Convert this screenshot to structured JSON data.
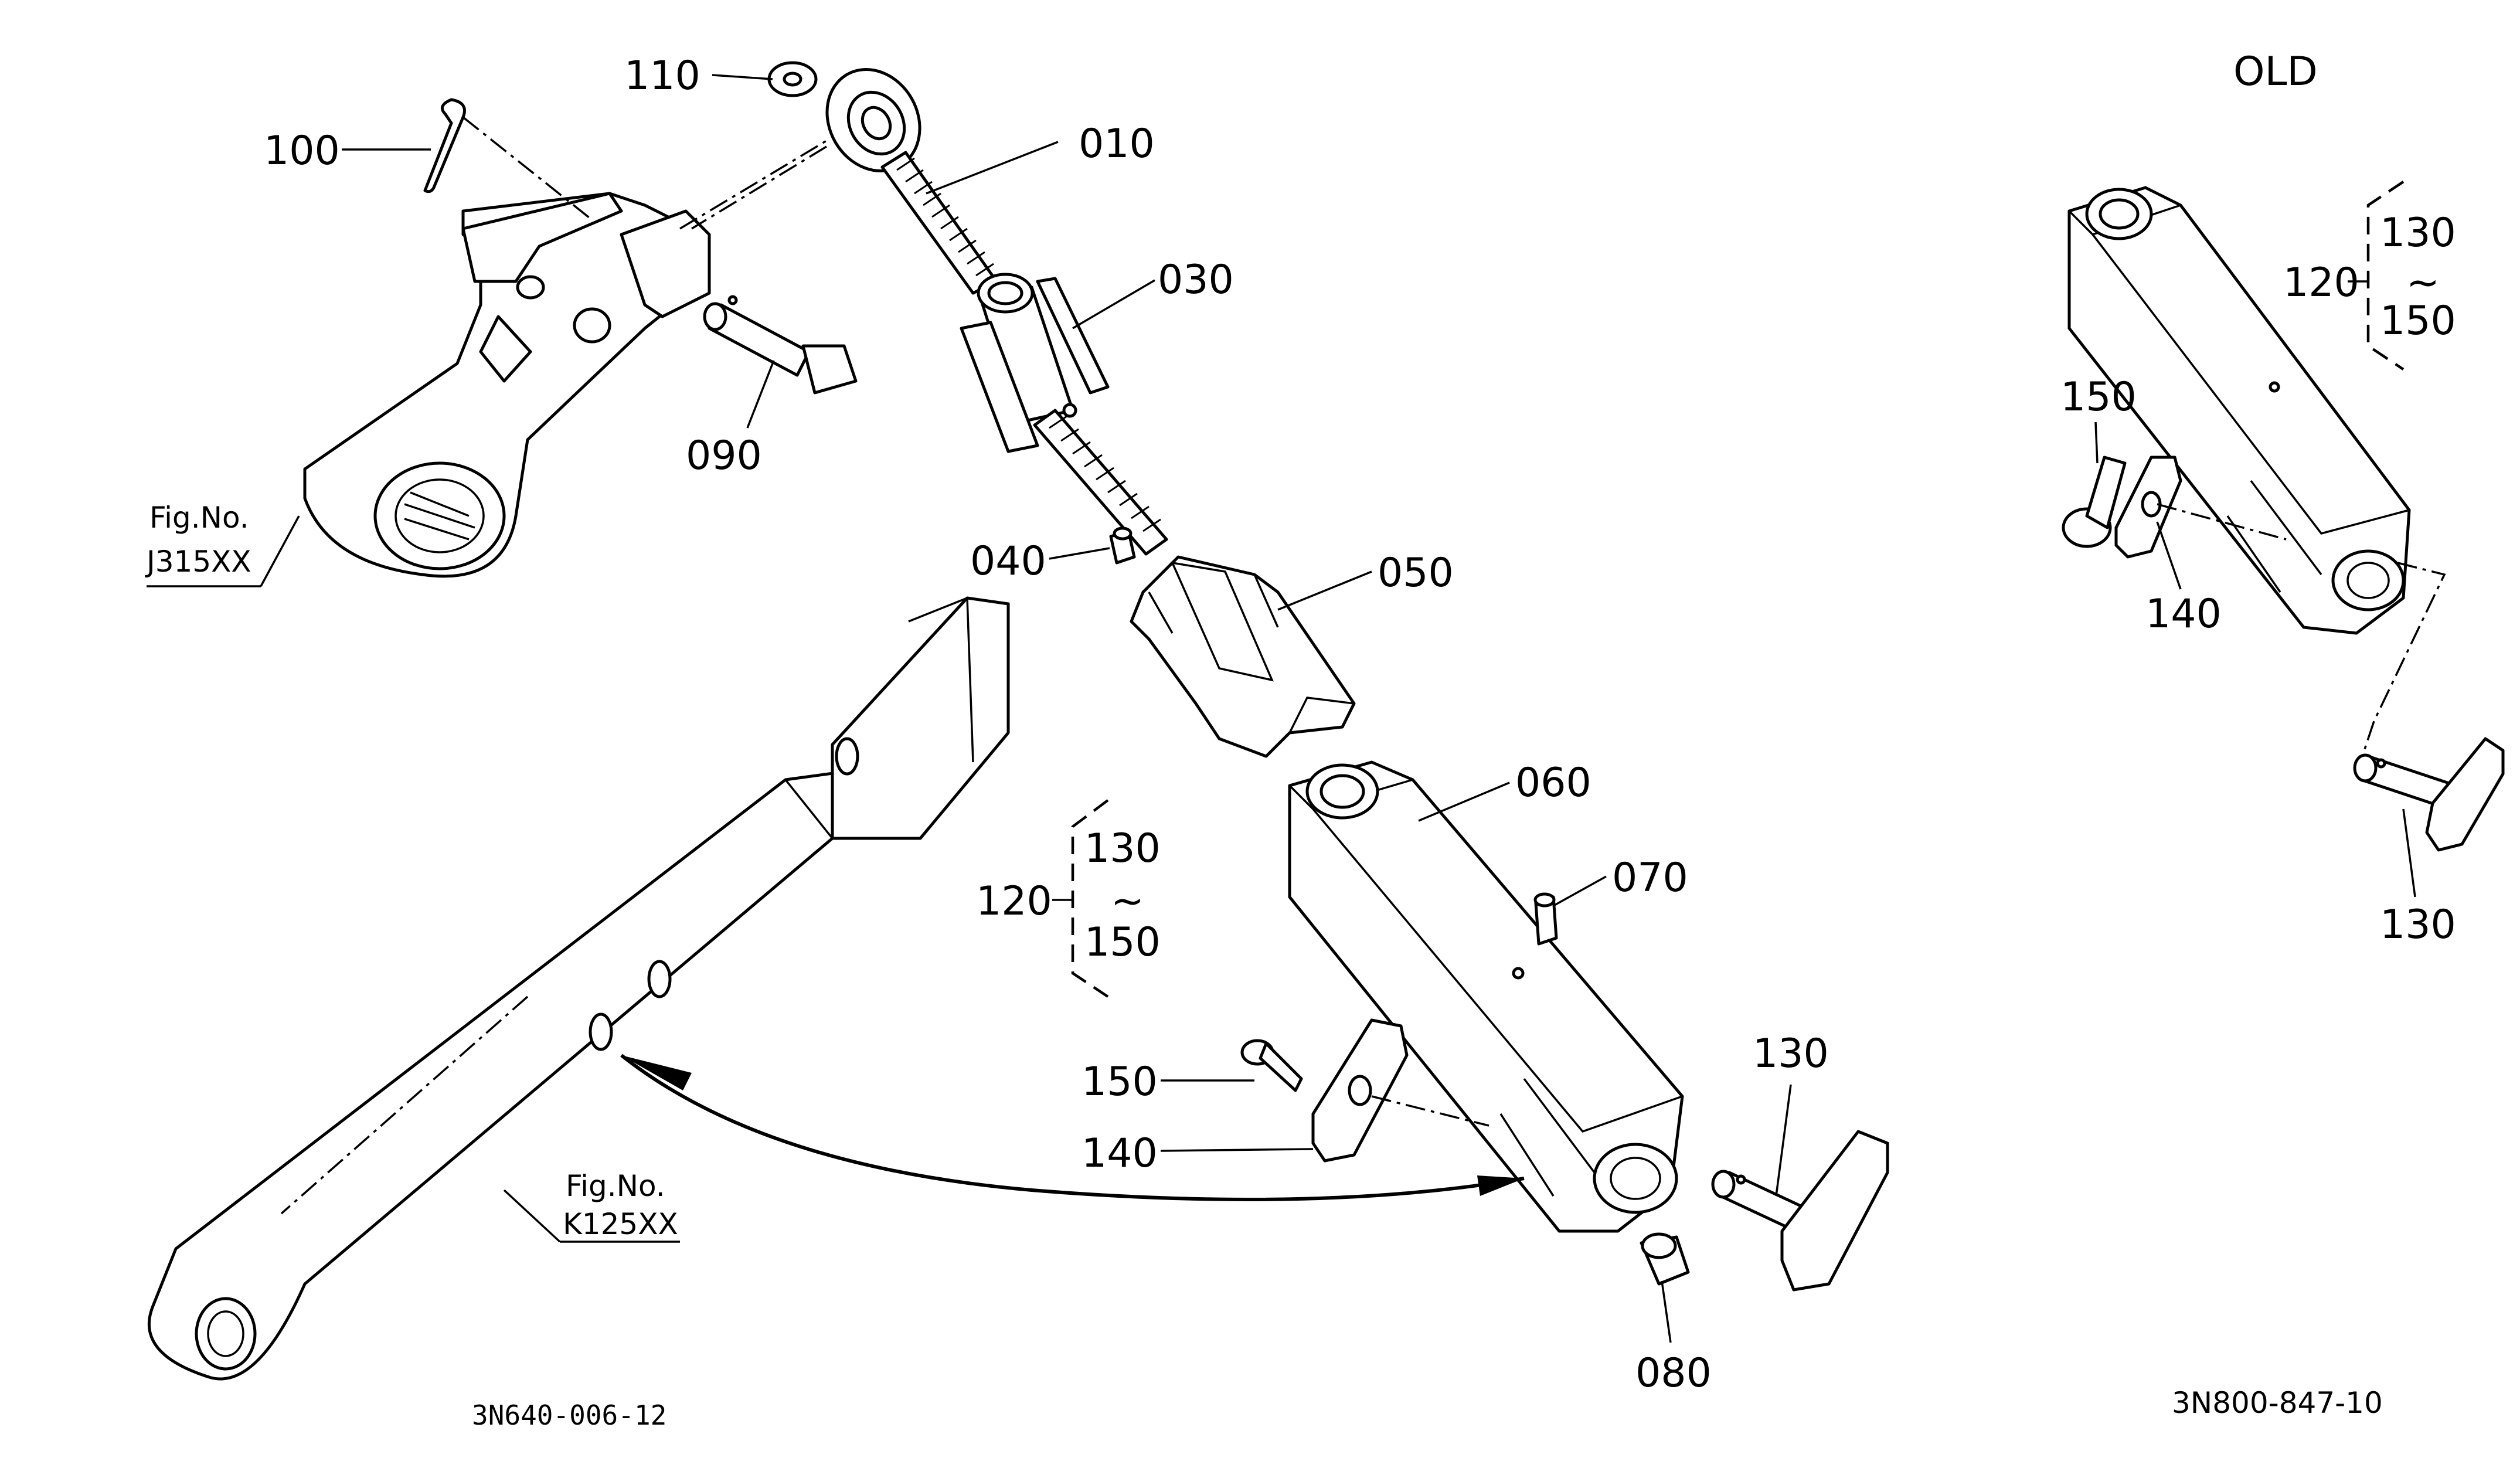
{
  "header": {
    "old_label": "OLD"
  },
  "callouts": {
    "p010": "010",
    "p030": "030",
    "p040": "040",
    "p050": "050",
    "p060": "060",
    "p070": "070",
    "p080": "080",
    "p090": "090",
    "p100": "100",
    "p110": "110",
    "p120": "120",
    "p130": "130",
    "p140": "140",
    "p150": "150",
    "range_tilde": "~"
  },
  "old_callouts": {
    "p120": "120",
    "p130_top": "130",
    "p150_bottom": "150",
    "p150": "150",
    "p140": "140",
    "p130": "130",
    "range_tilde": "~"
  },
  "figure_refs": {
    "ref_a_label": "Fig.No.",
    "ref_a_code": "J315XX",
    "ref_b_label": "Fig.No.",
    "ref_b_code": "K125XX"
  },
  "drawing_codes": {
    "main": "3N640-006-12",
    "old": "3N800-847-10"
  }
}
